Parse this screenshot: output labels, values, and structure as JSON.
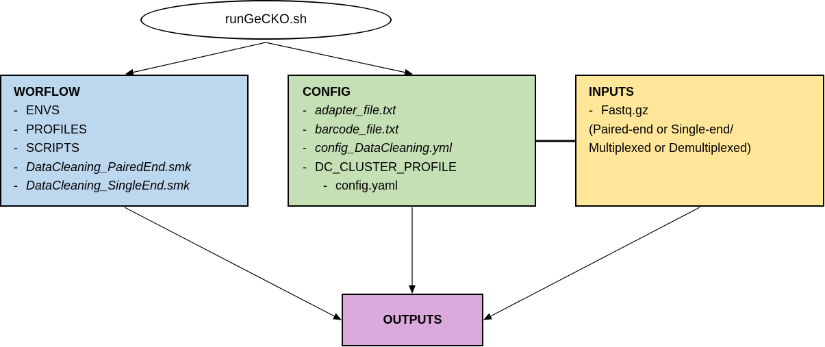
{
  "start_node": {
    "label": "runGeCKO.sh"
  },
  "workflow": {
    "title": "WORFLOW",
    "items": [
      {
        "dash": "-",
        "text": "ENVS"
      },
      {
        "dash": "-",
        "text": "PROFILES"
      },
      {
        "dash": "-",
        "text": "SCRIPTS"
      },
      {
        "dash": "-",
        "text": "DataCleaning_PairedEnd.smk"
      },
      {
        "dash": "-",
        "text": "DataCleaning_SingleEnd.smk"
      }
    ]
  },
  "config": {
    "title": "CONFIG",
    "items": [
      {
        "dash": "-",
        "text": "adapter_file.txt"
      },
      {
        "dash": "-",
        "text": "barcode_file.txt"
      },
      {
        "dash": "-",
        "text": "config_DataCleaning.yml"
      },
      {
        "dash": "-",
        "text": "DC_CLUSTER_PROFILE"
      },
      {
        "dash": "-",
        "text": "config.yaml"
      }
    ]
  },
  "inputs": {
    "title": "INPUTS",
    "items": [
      {
        "dash": "-",
        "text": "Fastq.gz"
      }
    ],
    "note_line1": "(Paired-end or Single-end/",
    "note_line2": "Multiplexed or Demultiplexed)"
  },
  "outputs": {
    "title": "OUTPUTS"
  },
  "colors": {
    "workflow_fill": "#bdd7ee",
    "config_fill": "#c5e0b4",
    "inputs_fill": "#ffe699",
    "outputs_fill": "#dba9db",
    "border": "#000000"
  }
}
